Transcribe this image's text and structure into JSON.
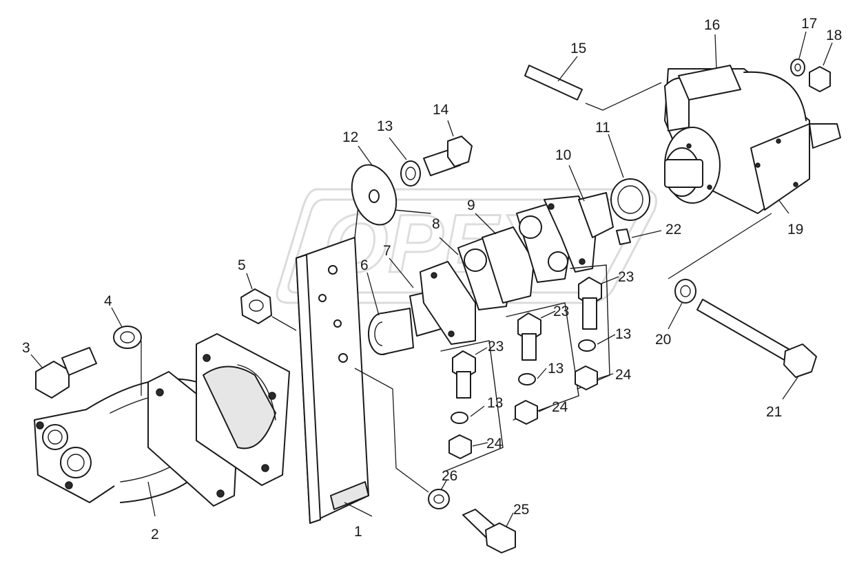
{
  "watermark": {
    "logo_text": "OPEX"
  },
  "callouts": {
    "n1": "1",
    "n2": "2",
    "n3": "3",
    "n4": "4",
    "n5": "5",
    "n6": "6",
    "n7": "7",
    "n8": "8",
    "n9": "9",
    "n10": "10",
    "n11": "11",
    "n12": "12",
    "n13a": "13",
    "n13b": "13",
    "n13c": "13",
    "n13d": "13",
    "n14": "14",
    "n15": "15",
    "n16": "16",
    "n17": "17",
    "n18": "18",
    "n19": "19",
    "n20": "20",
    "n21": "21",
    "n22": "22",
    "n23a": "23",
    "n23b": "23",
    "n23c": "23",
    "n24a": "24",
    "n24b": "24",
    "n24c": "24",
    "n25": "25",
    "n26": "26"
  }
}
